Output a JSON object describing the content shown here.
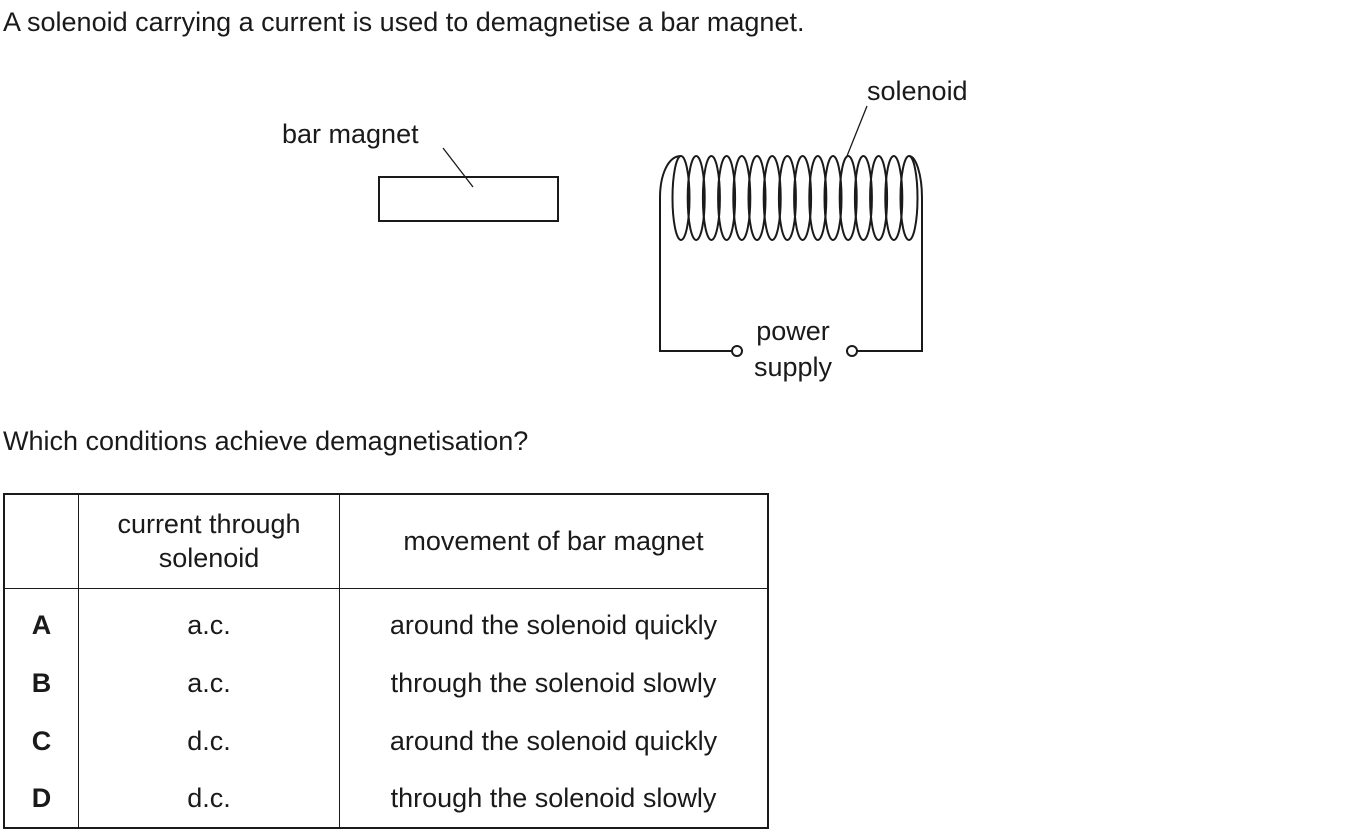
{
  "intro": "A solenoid carrying a current is used to demagnetise a bar magnet.",
  "figure": {
    "bar_magnet_label": "bar magnet",
    "solenoid_label": "solenoid",
    "power_label_line1": "power",
    "power_label_line2": "supply"
  },
  "question": "Which conditions achieve demagnetisation?",
  "table": {
    "headers": {
      "key": "",
      "current_line1": "current through",
      "current_line2": "solenoid",
      "movement": "movement of bar magnet"
    },
    "rows": [
      {
        "key": "A",
        "current": "a.c.",
        "movement": "around the solenoid quickly"
      },
      {
        "key": "B",
        "current": "a.c.",
        "movement": "through the solenoid slowly"
      },
      {
        "key": "C",
        "current": "d.c.",
        "movement": "around the solenoid quickly"
      },
      {
        "key": "D",
        "current": "d.c.",
        "movement": "through the solenoid slowly"
      }
    ]
  }
}
